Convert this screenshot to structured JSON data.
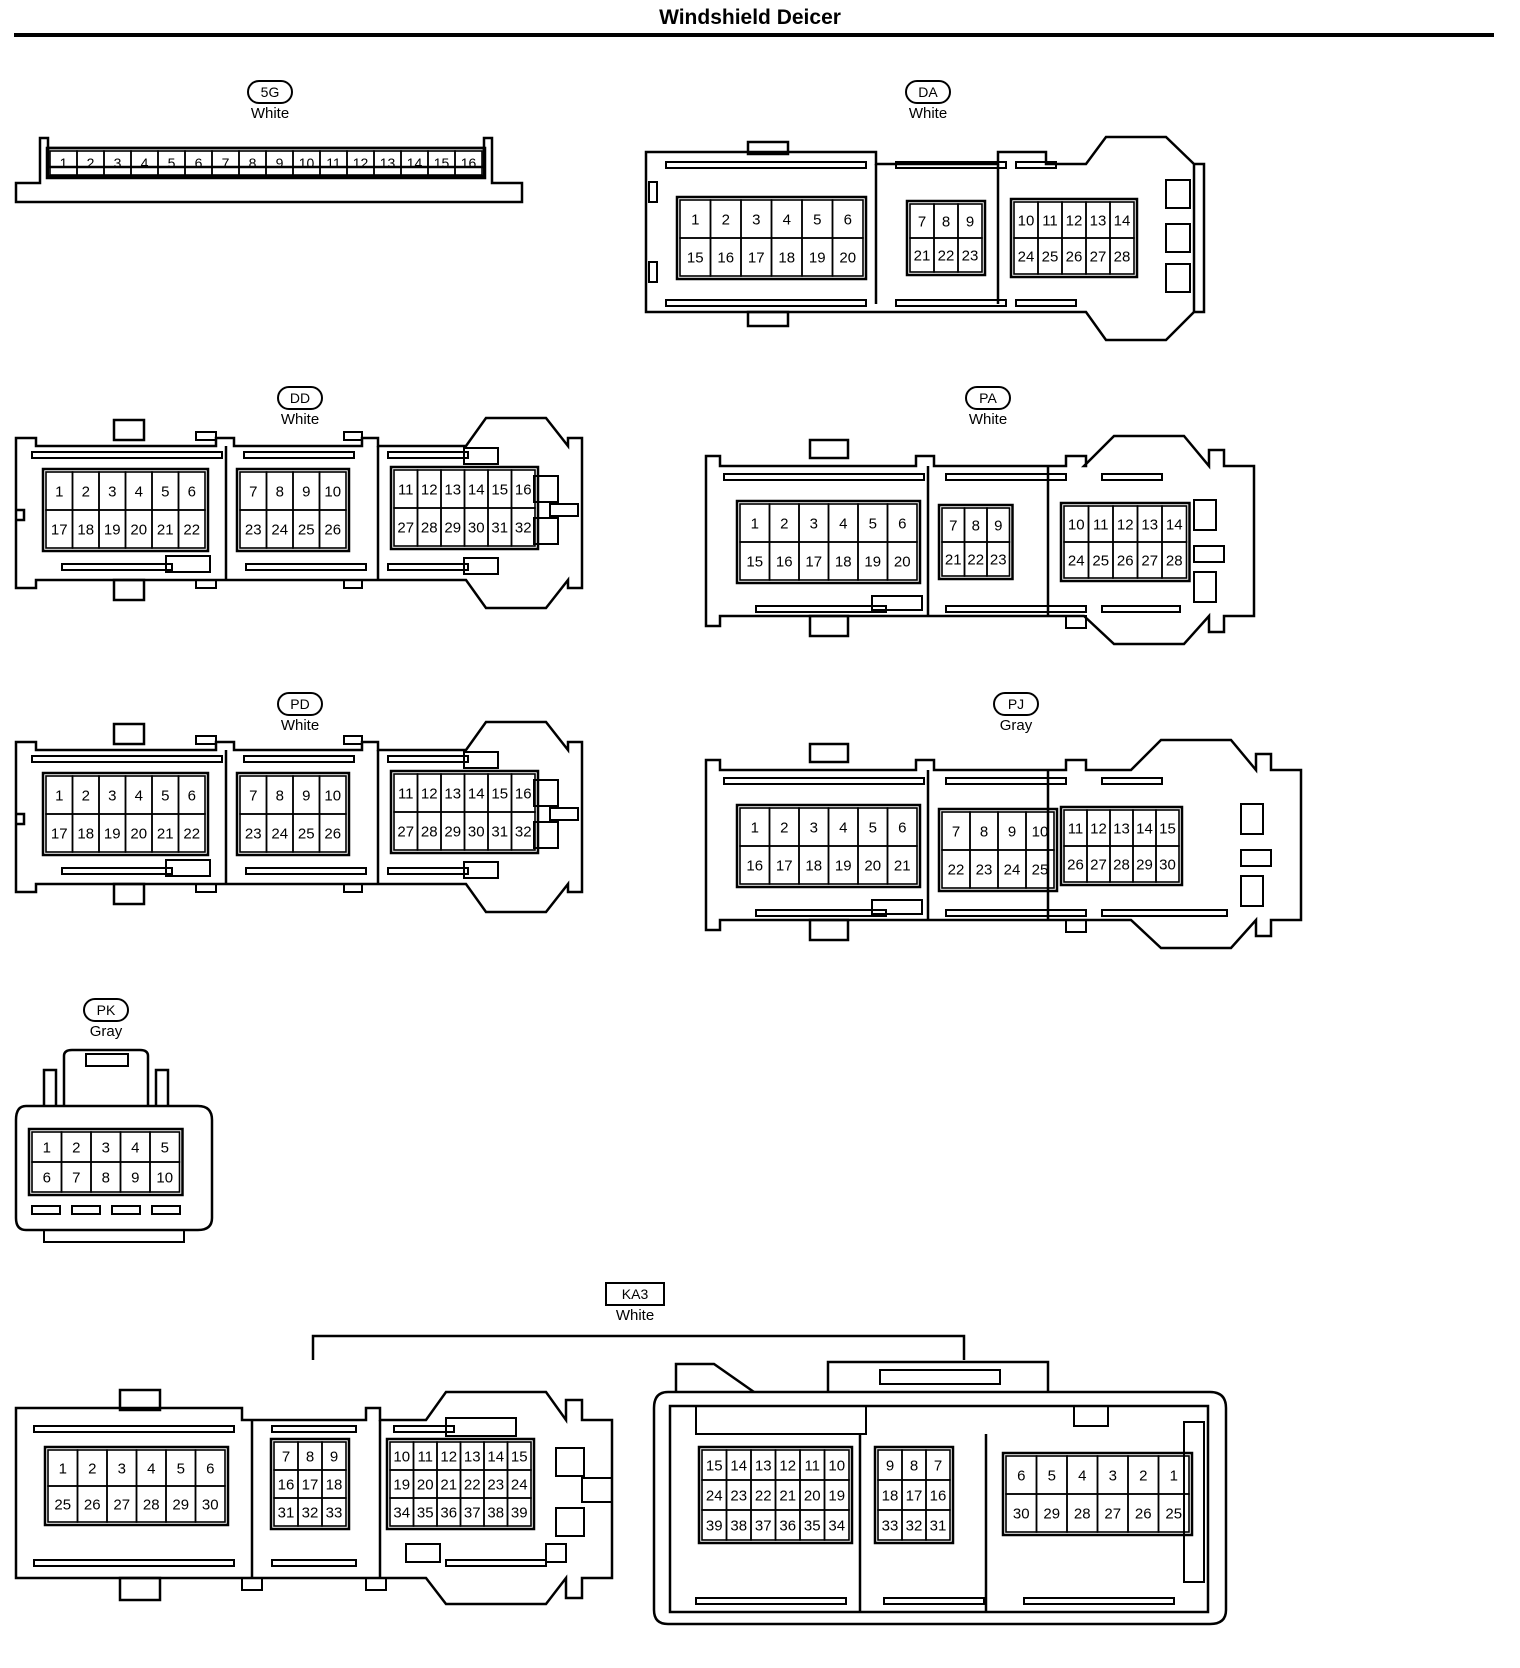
{
  "title": "Windshield Deicer",
  "connectors": [
    {
      "id": "5G",
      "color": "White",
      "blocks": [
        {
          "rows": [
            [
              "1",
              "2",
              "3",
              "4",
              "5",
              "6",
              "7",
              "8",
              "9",
              "10",
              "11",
              "12",
              "13",
              "14",
              "15",
              "16"
            ]
          ]
        }
      ]
    },
    {
      "id": "DA",
      "color": "White",
      "blocks": [
        {
          "rows": [
            [
              "1",
              "2",
              "3",
              "4",
              "5",
              "6"
            ],
            [
              "15",
              "16",
              "17",
              "18",
              "19",
              "20"
            ]
          ]
        },
        {
          "rows": [
            [
              "7",
              "8",
              "9"
            ],
            [
              "21",
              "22",
              "23"
            ]
          ]
        },
        {
          "rows": [
            [
              "10",
              "11",
              "12",
              "13",
              "14"
            ],
            [
              "24",
              "25",
              "26",
              "27",
              "28"
            ]
          ]
        }
      ]
    },
    {
      "id": "DD",
      "color": "White",
      "blocks": [
        {
          "rows": [
            [
              "1",
              "2",
              "3",
              "4",
              "5",
              "6"
            ],
            [
              "17",
              "18",
              "19",
              "20",
              "21",
              "22"
            ]
          ]
        },
        {
          "rows": [
            [
              "7",
              "8",
              "9",
              "10"
            ],
            [
              "23",
              "24",
              "25",
              "26"
            ]
          ]
        },
        {
          "rows": [
            [
              "11",
              "12",
              "13",
              "14",
              "15",
              "16"
            ],
            [
              "27",
              "28",
              "29",
              "30",
              "31",
              "32"
            ]
          ]
        }
      ]
    },
    {
      "id": "PA",
      "color": "White",
      "blocks": [
        {
          "rows": [
            [
              "1",
              "2",
              "3",
              "4",
              "5",
              "6"
            ],
            [
              "15",
              "16",
              "17",
              "18",
              "19",
              "20"
            ]
          ]
        },
        {
          "rows": [
            [
              "7",
              "8",
              "9"
            ],
            [
              "21",
              "22",
              "23"
            ]
          ]
        },
        {
          "rows": [
            [
              "10",
              "11",
              "12",
              "13",
              "14"
            ],
            [
              "24",
              "25",
              "26",
              "27",
              "28"
            ]
          ]
        }
      ]
    },
    {
      "id": "PD",
      "color": "White",
      "blocks": [
        {
          "rows": [
            [
              "1",
              "2",
              "3",
              "4",
              "5",
              "6"
            ],
            [
              "17",
              "18",
              "19",
              "20",
              "21",
              "22"
            ]
          ]
        },
        {
          "rows": [
            [
              "7",
              "8",
              "9",
              "10"
            ],
            [
              "23",
              "24",
              "25",
              "26"
            ]
          ]
        },
        {
          "rows": [
            [
              "11",
              "12",
              "13",
              "14",
              "15",
              "16"
            ],
            [
              "27",
              "28",
              "29",
              "30",
              "31",
              "32"
            ]
          ]
        }
      ]
    },
    {
      "id": "PJ",
      "color": "Gray",
      "blocks": [
        {
          "rows": [
            [
              "1",
              "2",
              "3",
              "4",
              "5",
              "6"
            ],
            [
              "16",
              "17",
              "18",
              "19",
              "20",
              "21"
            ]
          ]
        },
        {
          "rows": [
            [
              "7",
              "8",
              "9",
              "10"
            ],
            [
              "22",
              "23",
              "24",
              "25"
            ]
          ]
        },
        {
          "rows": [
            [
              "11",
              "12",
              "13",
              "14",
              "15"
            ],
            [
              "26",
              "27",
              "28",
              "29",
              "30"
            ]
          ]
        }
      ]
    },
    {
      "id": "PK",
      "color": "Gray",
      "blocks": [
        {
          "rows": [
            [
              "1",
              "2",
              "3",
              "4",
              "5"
            ],
            [
              "6",
              "7",
              "8",
              "9",
              "10"
            ]
          ]
        }
      ]
    },
    {
      "id": "KA3",
      "color": "White",
      "blocks": [
        {
          "rows": [
            [
              "1",
              "2",
              "3",
              "4",
              "5",
              "6"
            ],
            [
              "25",
              "26",
              "27",
              "28",
              "29",
              "30"
            ]
          ]
        },
        {
          "rows": [
            [
              "7",
              "8",
              "9"
            ],
            [
              "16",
              "17",
              "18"
            ],
            [
              "31",
              "32",
              "33"
            ]
          ]
        },
        {
          "rows": [
            [
              "10",
              "11",
              "12",
              "13",
              "14",
              "15"
            ],
            [
              "19",
              "20",
              "21",
              "22",
              "23",
              "24"
            ],
            [
              "34",
              "35",
              "36",
              "37",
              "38",
              "39"
            ]
          ]
        },
        {
          "rows": [
            [
              "15",
              "14",
              "13",
              "12",
              "11",
              "10"
            ],
            [
              "24",
              "23",
              "22",
              "21",
              "20",
              "19"
            ],
            [
              "39",
              "38",
              "37",
              "36",
              "35",
              "34"
            ]
          ]
        },
        {
          "rows": [
            [
              "9",
              "8",
              "7"
            ],
            [
              "18",
              "17",
              "16"
            ],
            [
              "33",
              "32",
              "31"
            ]
          ]
        },
        {
          "rows": [
            [
              "6",
              "5",
              "4",
              "3",
              "2",
              "1"
            ],
            [
              "30",
              "29",
              "28",
              "27",
              "26",
              "25"
            ]
          ]
        }
      ]
    }
  ]
}
